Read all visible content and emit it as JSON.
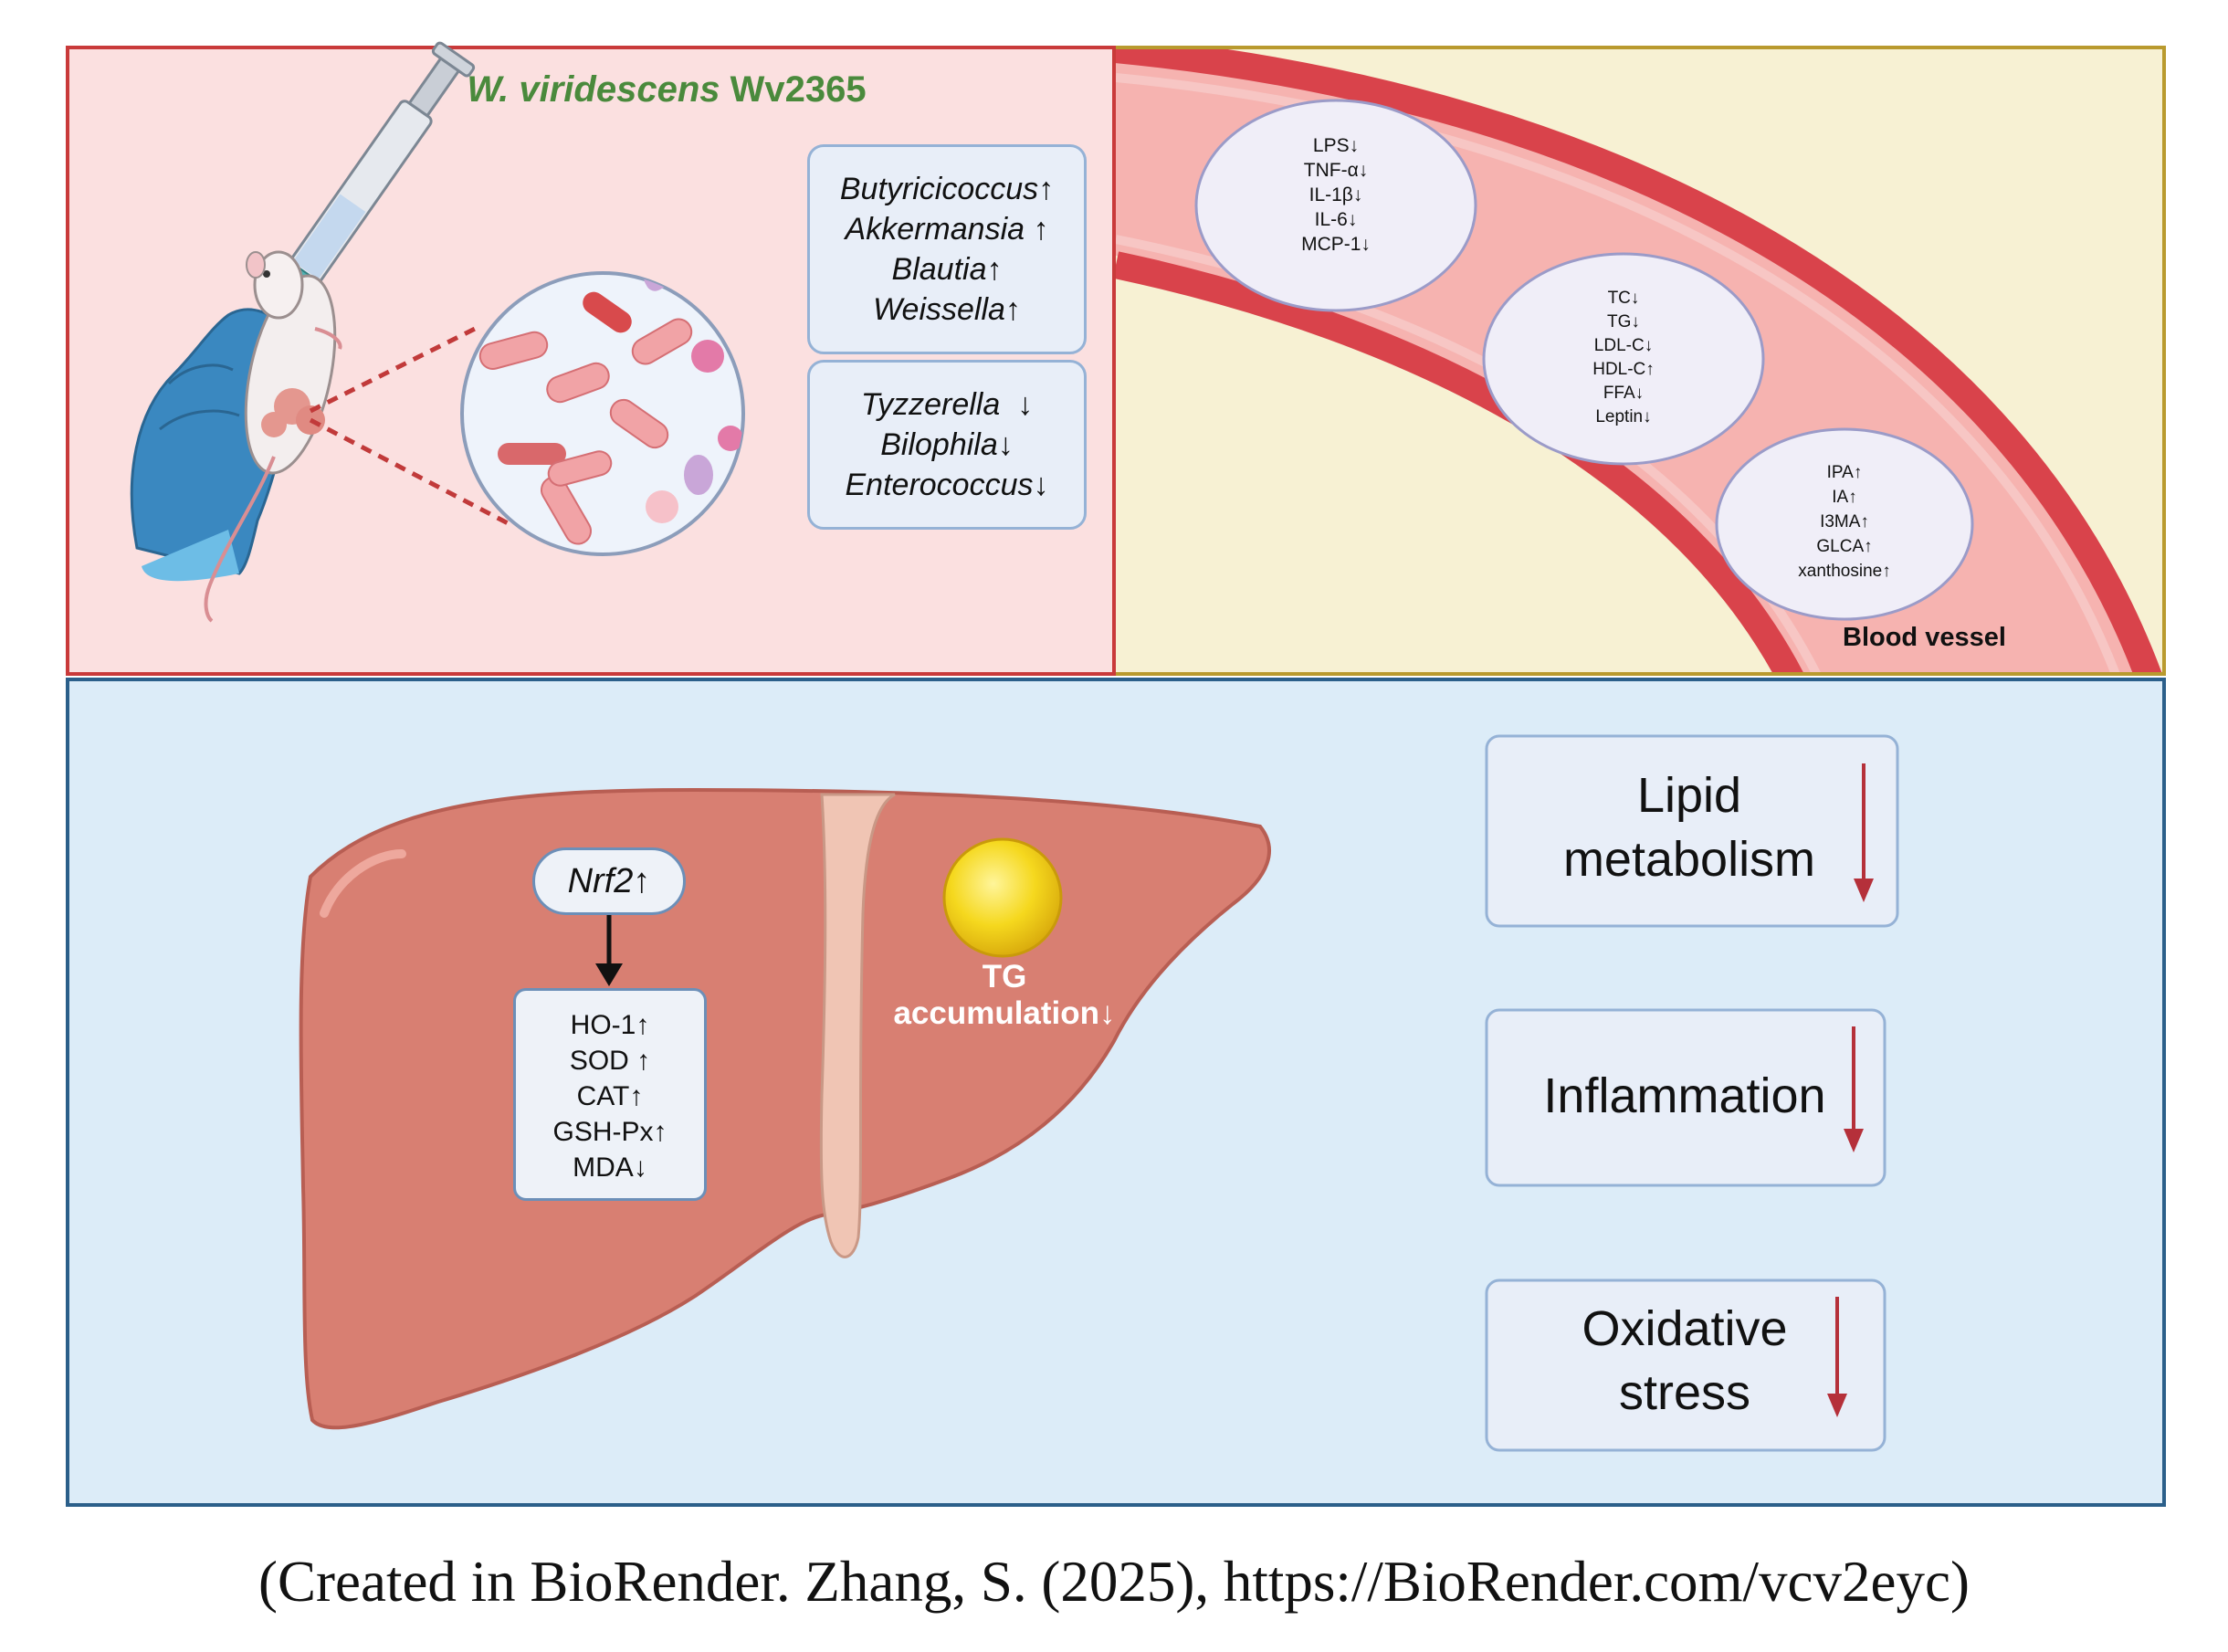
{
  "gut_panel": {
    "strain_title_species": "W. viridescens",
    "strain_title_code": "Wv2365",
    "increased_taxa": [
      "Butyricicoccus↑",
      "Akkermansia ↑",
      "Blautia↑",
      "Weissella↑"
    ],
    "decreased_taxa": [
      "Tyzzerella  ↓",
      "Bilophila↓",
      "Enterococcus↓"
    ]
  },
  "blood_panel": {
    "inflammatory_markers": [
      "LPS↓",
      "TNF-α↓",
      "IL-1β↓",
      "IL-6↓",
      "MCP-1↓"
    ],
    "lipid_markers": [
      "TC↓",
      "TG↓",
      "LDL-C↓",
      "HDL-C↑",
      "FFA↓",
      "Leptin↓"
    ],
    "metabolites": [
      "IPA↑",
      "IA↑",
      "I3MA↑",
      "GLCA↑",
      "xanthosine↑"
    ],
    "vessel_label": "Blood vessel"
  },
  "liver_panel": {
    "nrf2_label": "Nrf2",
    "nrf2_arrow": "↑",
    "enzymes": [
      "HO-1↑",
      "SOD ↑",
      "CAT↑",
      "GSH-Px↑",
      "MDA↓"
    ],
    "tg_label_line1": "TG",
    "tg_label_line2": "accumulation↓",
    "outcomes": {
      "lipid_line1": "Lipid",
      "lipid_line2": "metabolism",
      "inflammation": "Inflammation",
      "oxidative_line1": "Oxidative",
      "oxidative_line2": "stress"
    }
  },
  "credit": "(Created in BioRender. Zhang, S. (2025), https://BioRender.com/vcv2eyc)",
  "colors": {
    "gut_bg": "#fbe0e0",
    "blood_bg": "#f7f1d3",
    "liver_bg": "#dcecf8",
    "vessel_wall": "#d9434b",
    "liver": "#d87f72",
    "down_arrow": "#b5303a",
    "title_green": "#4a8a3c"
  }
}
